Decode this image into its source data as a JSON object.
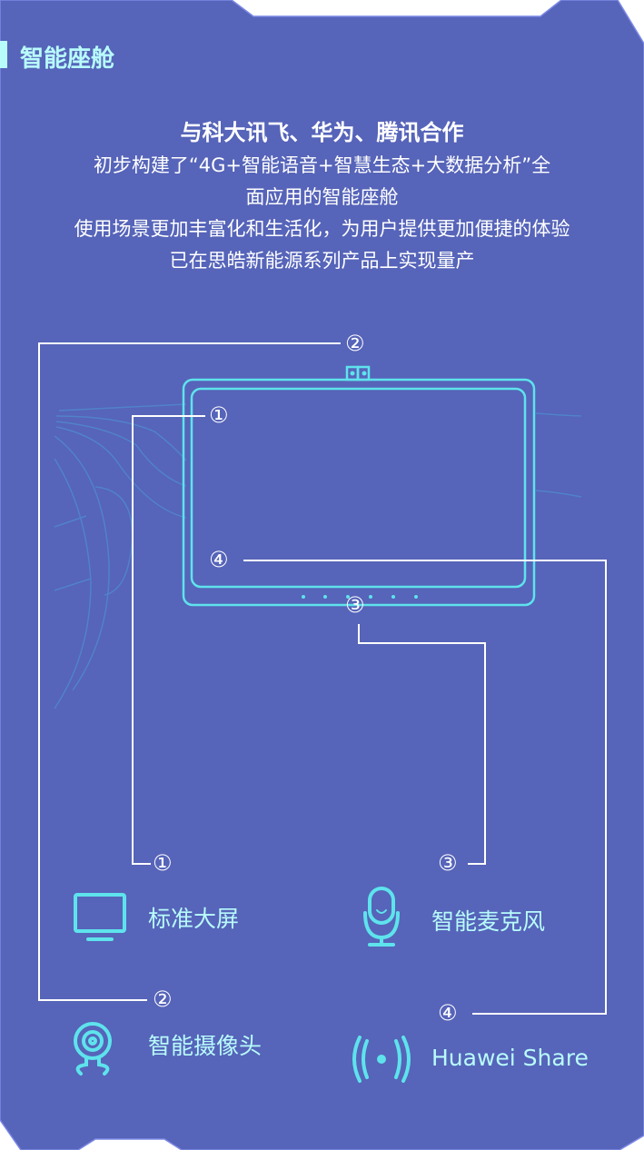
{
  "section_title": "智能座舱",
  "intro": {
    "headline": "与科大讯飞、华为、腾讯合作",
    "lines": [
      "初步构建了“4G+智能语音+智慧生态+大数据分析”全",
      "面应用的智能座舱",
      "使用场景更加丰富化和生活化，为用户提供更加便捷的体验",
      "已在思皓新能源系列产品上实现量产"
    ]
  },
  "markers": [
    "①",
    "②",
    "③",
    "④"
  ],
  "features": [
    {
      "num": "①",
      "label": "标准大屏",
      "icon": "monitor-icon"
    },
    {
      "num": "③",
      "label": "智能麦克风",
      "icon": "microphone-icon"
    },
    {
      "num": "②",
      "label": "智能摄像头",
      "icon": "webcam-icon"
    },
    {
      "num": "④",
      "label": "Huawei Share",
      "icon": "broadcast-icon"
    }
  ],
  "colors": {
    "background": "#5664b9",
    "accent": "#5ee3ec",
    "title": "#b8fbfb"
  }
}
